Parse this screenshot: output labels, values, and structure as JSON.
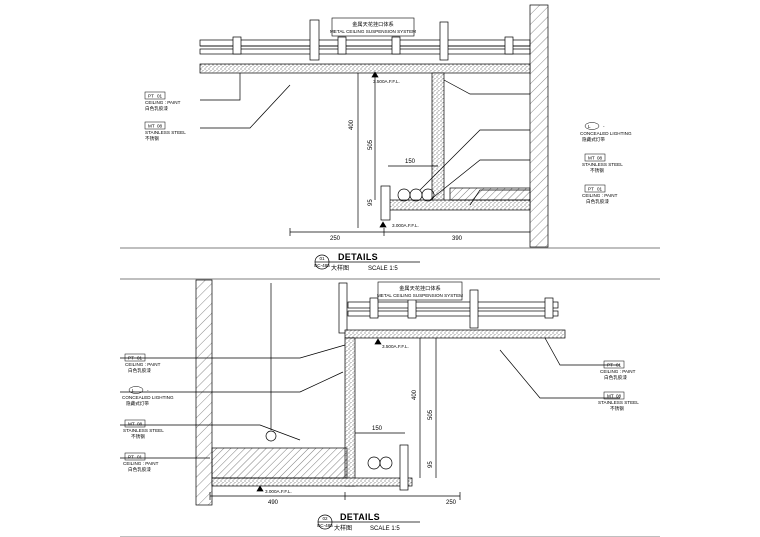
{
  "detail1": {
    "banner_cn": "金属天花挂口体系",
    "banner_en": "METAL CEILING SUSPENSION SYSTEM",
    "level_top": "3.500A.F.F.L.",
    "level_bottom": "3.000A.F.F.L.",
    "dims": {
      "d400": "400",
      "d505": "505",
      "d150": "150",
      "d95": "95",
      "d250": "250",
      "d390": "390"
    },
    "tags": [
      {
        "code": "PT",
        "num": "01",
        "en": "CEILING : PAINT",
        "cn": "白色乳胶漆"
      },
      {
        "code": "MT",
        "num": "08",
        "en": "STAINLESS STEEL",
        "cn": "不锈钢"
      },
      {
        "code": "L",
        "num": "-",
        "en": "CONCEALED LIGHTING",
        "cn": "隐藏式灯带"
      },
      {
        "code": "MT",
        "num": "08",
        "en": "STAINLESS STEEL",
        "cn": "不锈钢"
      },
      {
        "code": "PT",
        "num": "01",
        "en": "CEILING : PAINT",
        "cn": "白色乳胶漆"
      }
    ],
    "marker_top": "01",
    "marker_bottom": "EC-485",
    "title": "DETAILS",
    "subtitle_cn": "大样图",
    "scale": "SCALE 1:5"
  },
  "detail2": {
    "banner_cn": "金属天花挂口体系",
    "banner_en": "METAL CEILING SUSPENSION SYSTEM",
    "level_top": "3.500A.F.F.L.",
    "level_bottom": "3.000A.F.F.L.",
    "dims": {
      "d400": "400",
      "d505": "505",
      "d150": "150",
      "d95": "95",
      "d490": "490",
      "d250": "250"
    },
    "tags": [
      {
        "code": "PT",
        "num": "01",
        "en": "CEILING : PAINT",
        "cn": "白色乳胶漆"
      },
      {
        "code": "L",
        "num": "-",
        "en": "CONCEALED LIGHTING",
        "cn": "隐藏式灯带"
      },
      {
        "code": "MT",
        "num": "08",
        "en": "STAINLESS STEEL",
        "cn": "不锈钢"
      },
      {
        "code": "PT",
        "num": "01",
        "en": "CEILING : PAINT",
        "cn": "白色乳胶漆"
      },
      {
        "code": "PT",
        "num": "01",
        "en": "CEILING : PAINT",
        "cn": "白色乳胶漆"
      },
      {
        "code": "MT",
        "num": "08",
        "en": "STAINLESS STEEL",
        "cn": "不锈钢"
      }
    ],
    "marker_top": "02",
    "marker_bottom": "EC-485",
    "title": "DETAILS",
    "subtitle_cn": "大样图",
    "scale": "SCALE 1:5"
  }
}
